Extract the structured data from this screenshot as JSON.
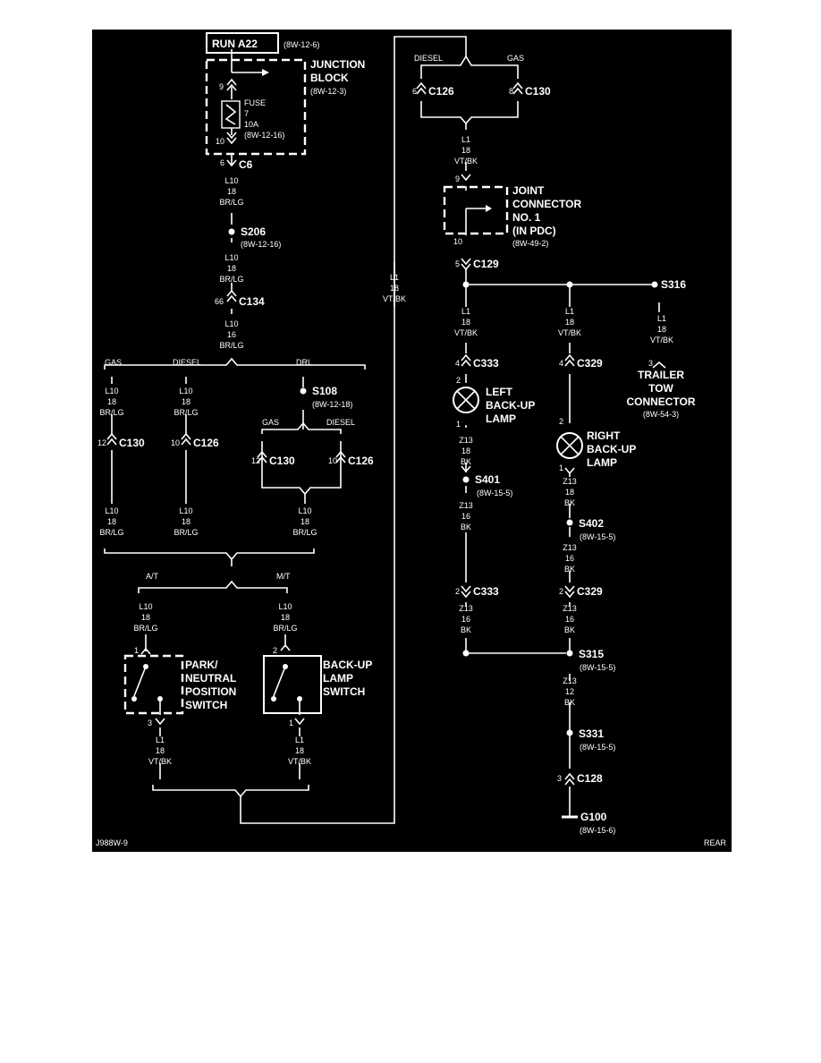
{
  "header": {
    "run": "RUN A22",
    "run_ref": "(8W-12-6)"
  },
  "junction_block": {
    "title": [
      "JUNCTION",
      "BLOCK"
    ],
    "ref": "(8W-12-3)",
    "pin_in": "9",
    "pin_out": "10",
    "fuse": [
      "FUSE",
      "7",
      "10A",
      "(8W-12-16)"
    ]
  },
  "c6": {
    "pin": "6",
    "name": "C6"
  },
  "w1": [
    "L10",
    "18",
    "BR/LG"
  ],
  "s206": {
    "name": "S206",
    "ref": "(8W-12-16)"
  },
  "w2": [
    "L10",
    "18",
    "BR/LG"
  ],
  "c134": {
    "pin": "66",
    "name": "C134"
  },
  "w3": [
    "L10",
    "16",
    "BR/LG"
  ],
  "branch1": {
    "gas": "GAS",
    "diesel": "DIESEL",
    "drl": "DRL"
  },
  "w_gas": [
    "L10",
    "18",
    "BR/LG"
  ],
  "w_diesel": [
    "L10",
    "18",
    "BR/LG"
  ],
  "s108": {
    "name": "S108",
    "ref": "(8W-12-18)"
  },
  "branch2": {
    "gas": "GAS",
    "diesel": "DIESEL"
  },
  "c130_a": {
    "pin": "12",
    "name": "C130"
  },
  "c126_a": {
    "pin": "10",
    "name": "C126"
  },
  "c130_b": {
    "pin": "12",
    "name": "C130"
  },
  "c126_b": {
    "pin": "10",
    "name": "C126"
  },
  "w4a": [
    "L10",
    "18",
    "BR/LG"
  ],
  "w4b": [
    "L10",
    "18",
    "BR/LG"
  ],
  "w4c": [
    "L10",
    "18",
    "BR/LG"
  ],
  "branch3": {
    "at": "A/T",
    "mt": "M/T"
  },
  "w5a": [
    "L10",
    "18",
    "BR/LG"
  ],
  "w5b": [
    "L10",
    "18",
    "BR/LG"
  ],
  "park_switch": {
    "pin_in": "1",
    "pin_out": "3",
    "title": [
      "PARK/",
      "NEUTRAL",
      "POSITION",
      "SWITCH"
    ]
  },
  "backup_switch": {
    "pin_in": "2",
    "pin_out": "1",
    "title": [
      "BACK-UP",
      "LAMP",
      "SWITCH"
    ]
  },
  "w6a": [
    "L1",
    "18",
    "VT/BK"
  ],
  "w6b": [
    "L1",
    "18",
    "VT/BK"
  ],
  "w_long": [
    "L1",
    "18",
    "VT/BK"
  ],
  "top_right": {
    "diesel": "DIESEL",
    "gas": "GAS",
    "c126_pin": "6",
    "c126": "C126",
    "c130_pin": "8",
    "c130": "C130"
  },
  "w7": [
    "L1",
    "18",
    "VT/BK"
  ],
  "joint_connector": {
    "pin_in": "9",
    "pin_out": "10",
    "title": [
      "JOINT",
      "CONNECTOR",
      "NO. 1",
      "(IN PDC)"
    ],
    "ref": "(8W-49-2)"
  },
  "c129": {
    "pin": "5",
    "name": "C129"
  },
  "s316": {
    "name": "S316"
  },
  "w8a": [
    "L1",
    "18",
    "VT/BK"
  ],
  "w8b": [
    "L1",
    "18",
    "VT/BK"
  ],
  "w8c": [
    "L1",
    "18",
    "VT/BK"
  ],
  "c333_top": {
    "pin": "4",
    "name": "C333"
  },
  "c329_top": {
    "pin": "4",
    "name": "C329"
  },
  "trailer": {
    "pin": "3",
    "title": [
      "TRAILER",
      "TOW",
      "CONNECTOR"
    ],
    "ref": "(8W-54-3)"
  },
  "left_lamp": {
    "pin_in": "2",
    "pin_out": "1",
    "title": [
      "LEFT",
      "BACK-UP",
      "LAMP"
    ]
  },
  "right_lamp": {
    "pin_in": "2",
    "pin_out": "1",
    "title": [
      "RIGHT",
      "BACK-UP",
      "LAMP"
    ]
  },
  "w9a": [
    "Z13",
    "18",
    "BK"
  ],
  "w9b": [
    "Z13",
    "18",
    "BK"
  ],
  "s401": {
    "name": "S401",
    "ref": "(8W-15-5)"
  },
  "s402": {
    "name": "S402",
    "ref": "(8W-15-5)"
  },
  "w10a": [
    "Z13",
    "16",
    "BK"
  ],
  "w10b": [
    "Z13",
    "16",
    "BK"
  ],
  "c333_bot": {
    "pin": "2",
    "name": "C333"
  },
  "c329_bot": {
    "pin": "2",
    "name": "C329"
  },
  "w11a": [
    "Z13",
    "16",
    "BK"
  ],
  "w11b": [
    "Z13",
    "16",
    "BK"
  ],
  "s315": {
    "name": "S315",
    "ref": "(8W-15-5)"
  },
  "w12": [
    "Z13",
    "12",
    "BK"
  ],
  "s331": {
    "name": "S331",
    "ref": "(8W-15-5)"
  },
  "c128": {
    "pin": "3",
    "name": "C128"
  },
  "g100": {
    "name": "G100",
    "ref": "(8W-15-6)"
  },
  "footer": {
    "code": "J988W-9",
    "rear": "REAR"
  }
}
